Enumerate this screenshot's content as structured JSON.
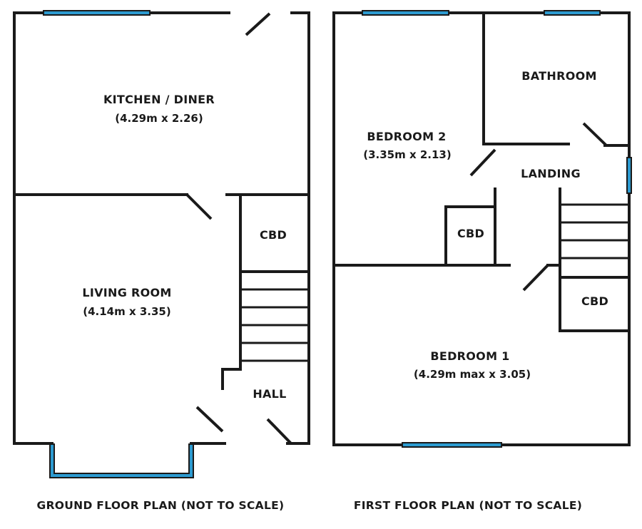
{
  "colors": {
    "wall": "#1a1a1a",
    "window": "#2c9bd1",
    "background": "#ffffff"
  },
  "ground_floor": {
    "title": "GROUND FLOOR PLAN (NOT TO SCALE)",
    "kitchen": {
      "name": "KITCHEN / DINER",
      "dims": "(4.29m x 2.26)"
    },
    "living": {
      "name": "LIVING ROOM",
      "dims": "(4.14m x 3.35)"
    },
    "cupboard": "CBD",
    "hall": "HALL"
  },
  "first_floor": {
    "title": "FIRST FLOOR PLAN (NOT TO SCALE)",
    "bedroom2": {
      "name": "BEDROOM 2",
      "dims": "(3.35m x 2.13)"
    },
    "bathroom": "BATHROOM",
    "landing": "LANDING",
    "cupboard_a": "CBD",
    "cupboard_b": "CBD",
    "bedroom1": {
      "name": "BEDROOM 1",
      "dims": "(4.29m max x 3.05)"
    }
  }
}
